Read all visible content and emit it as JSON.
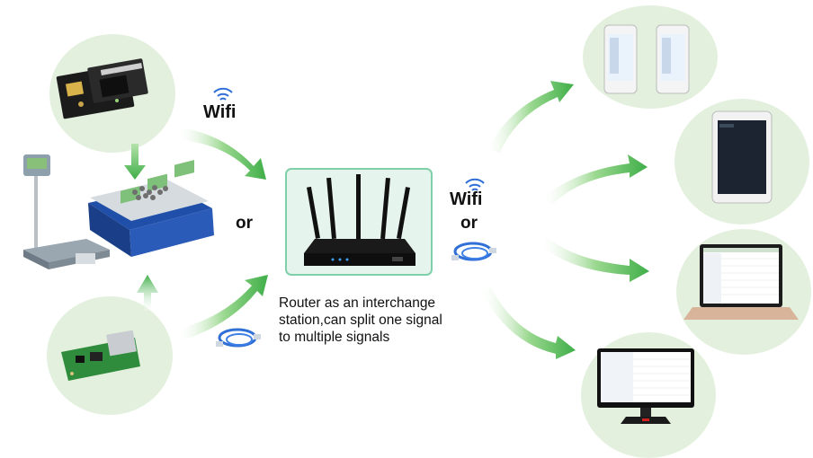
{
  "labels": {
    "wifi_left": "Wifi",
    "or_left": "or",
    "wifi_right": "Wifi",
    "or_right": "or"
  },
  "caption": {
    "line1": "Router as an interchange",
    "line2": "station,can split one signal",
    "line3": "to multiple signals"
  },
  "colors": {
    "circle_bg": "#e3f0de",
    "arrow_green": "#5cbf5a",
    "router_box_border": "#7fd0a8",
    "router_box_bg": "#e6f4ee",
    "cable_blue": "#2f6fd6"
  },
  "icons": {
    "wifi": "wifi-icon",
    "cable": "ethernet-cable-icon"
  }
}
